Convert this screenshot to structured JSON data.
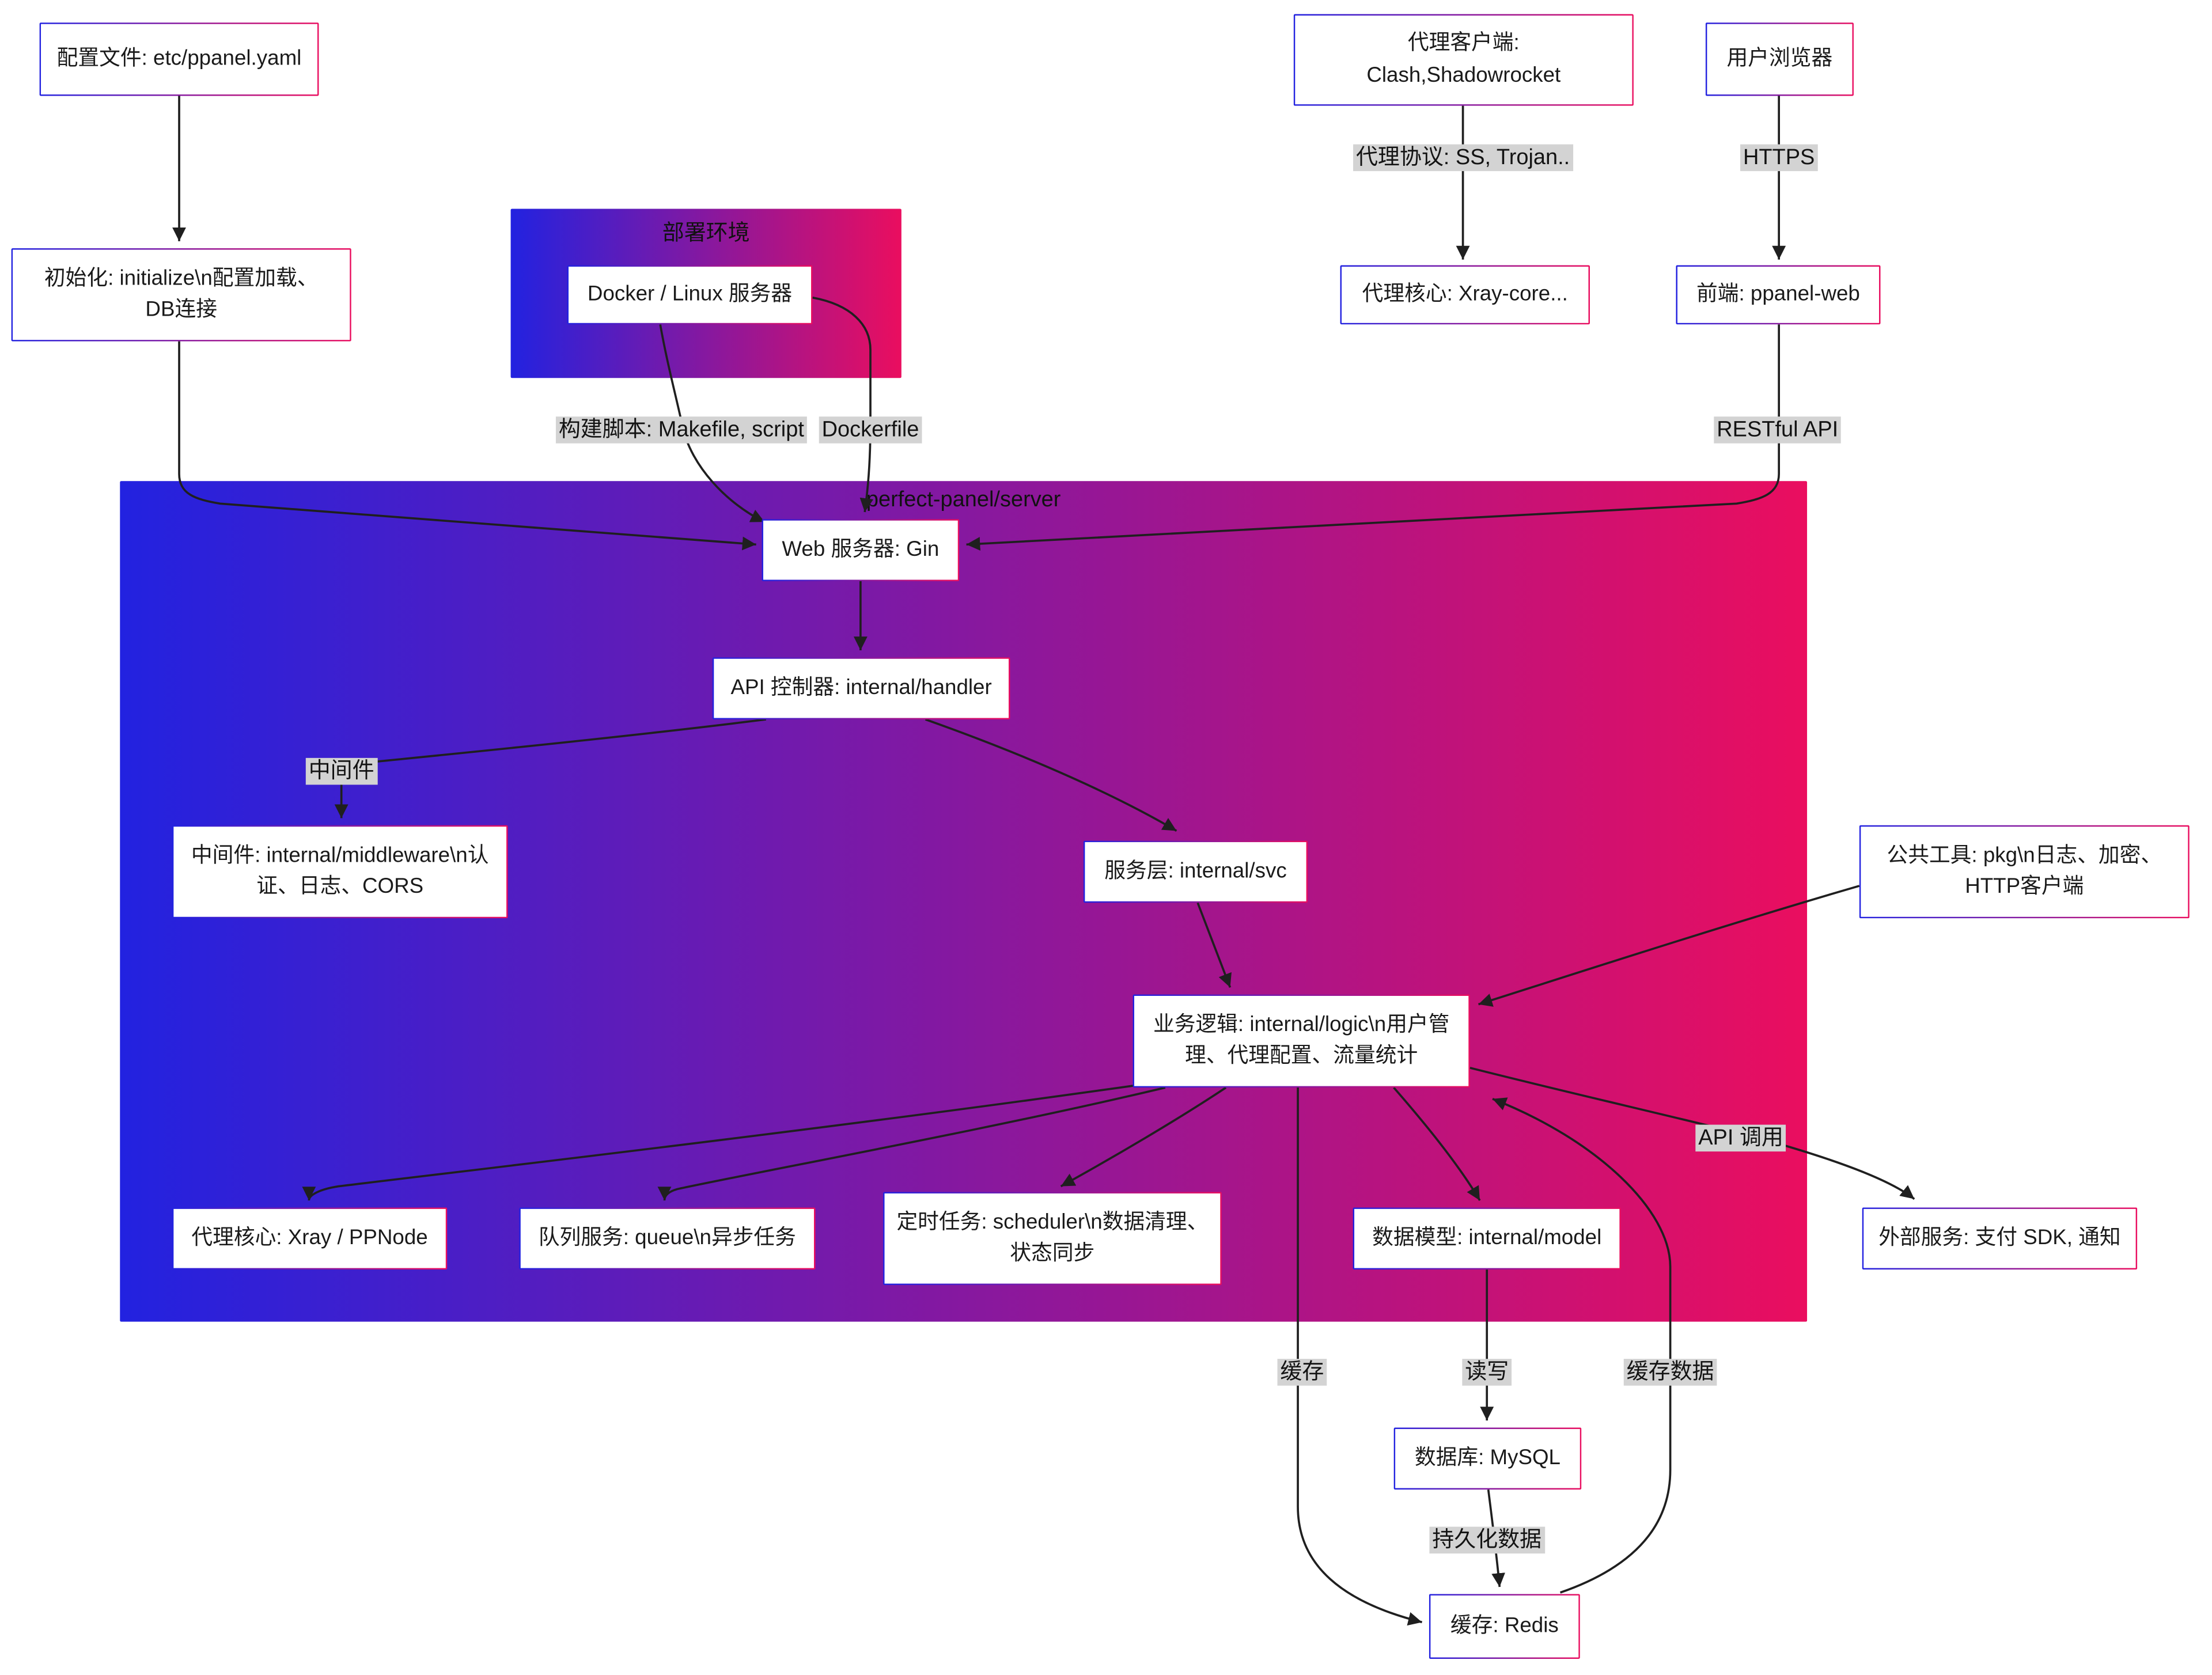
{
  "colors": {
    "border_blue": "#2222e0",
    "border_red": "#ea0e5f",
    "edge_label_bg": "#d3d3d3",
    "line": "#1f1f1f"
  },
  "groups": {
    "deploy_env": {
      "label": "部署环境"
    },
    "server": {
      "label": "perfect-panel/server"
    }
  },
  "nodes": {
    "config_file": {
      "label": "配置文件: etc/ppanel.yaml"
    },
    "proxy_client": {
      "label": "代理客户端:\nClash,Shadowrocket"
    },
    "browser": {
      "label": "用户浏览器"
    },
    "init": {
      "label": "初始化: initialize\\n配置加载、DB连接"
    },
    "docker": {
      "label": "Docker / Linux 服务器"
    },
    "xray_core": {
      "label": "代理核心: Xray-core..."
    },
    "frontend": {
      "label": "前端: ppanel-web"
    },
    "gin": {
      "label": "Web 服务器: Gin"
    },
    "handler": {
      "label": "API 控制器: internal/handler"
    },
    "middleware": {
      "label": "中间件: internal/middleware\\n认证、日志、CORS"
    },
    "svc": {
      "label": "服务层: internal/svc"
    },
    "logic": {
      "label": "业务逻辑: internal/logic\\n用户管理、代理配置、流量统计"
    },
    "pkg": {
      "label": "公共工具: pkg\\n日志、加密、HTTP客户端"
    },
    "xray_ppnode": {
      "label": "代理核心: Xray / PPNode"
    },
    "queue": {
      "label": "队列服务: queue\\n异步任务"
    },
    "scheduler": {
      "label": "定时任务: scheduler\\n数据清理、状态同步"
    },
    "model": {
      "label": "数据模型: internal/model"
    },
    "external": {
      "label": "外部服务: 支付 SDK, 通知"
    },
    "mysql": {
      "label": "数据库: MySQL"
    },
    "redis": {
      "label": "缓存: Redis"
    }
  },
  "edge_labels": {
    "proxy_protocol": "代理协议: SS, Trojan..",
    "https": "HTTPS",
    "build_script": "构建脚本: Makefile, script",
    "dockerfile": "Dockerfile",
    "restful_api": "RESTful API",
    "middleware": "中间件",
    "api_call": "API 调用",
    "cache": "缓存",
    "read_write": "读写",
    "cache_data": "缓存数据",
    "persist": "持久化数据"
  }
}
